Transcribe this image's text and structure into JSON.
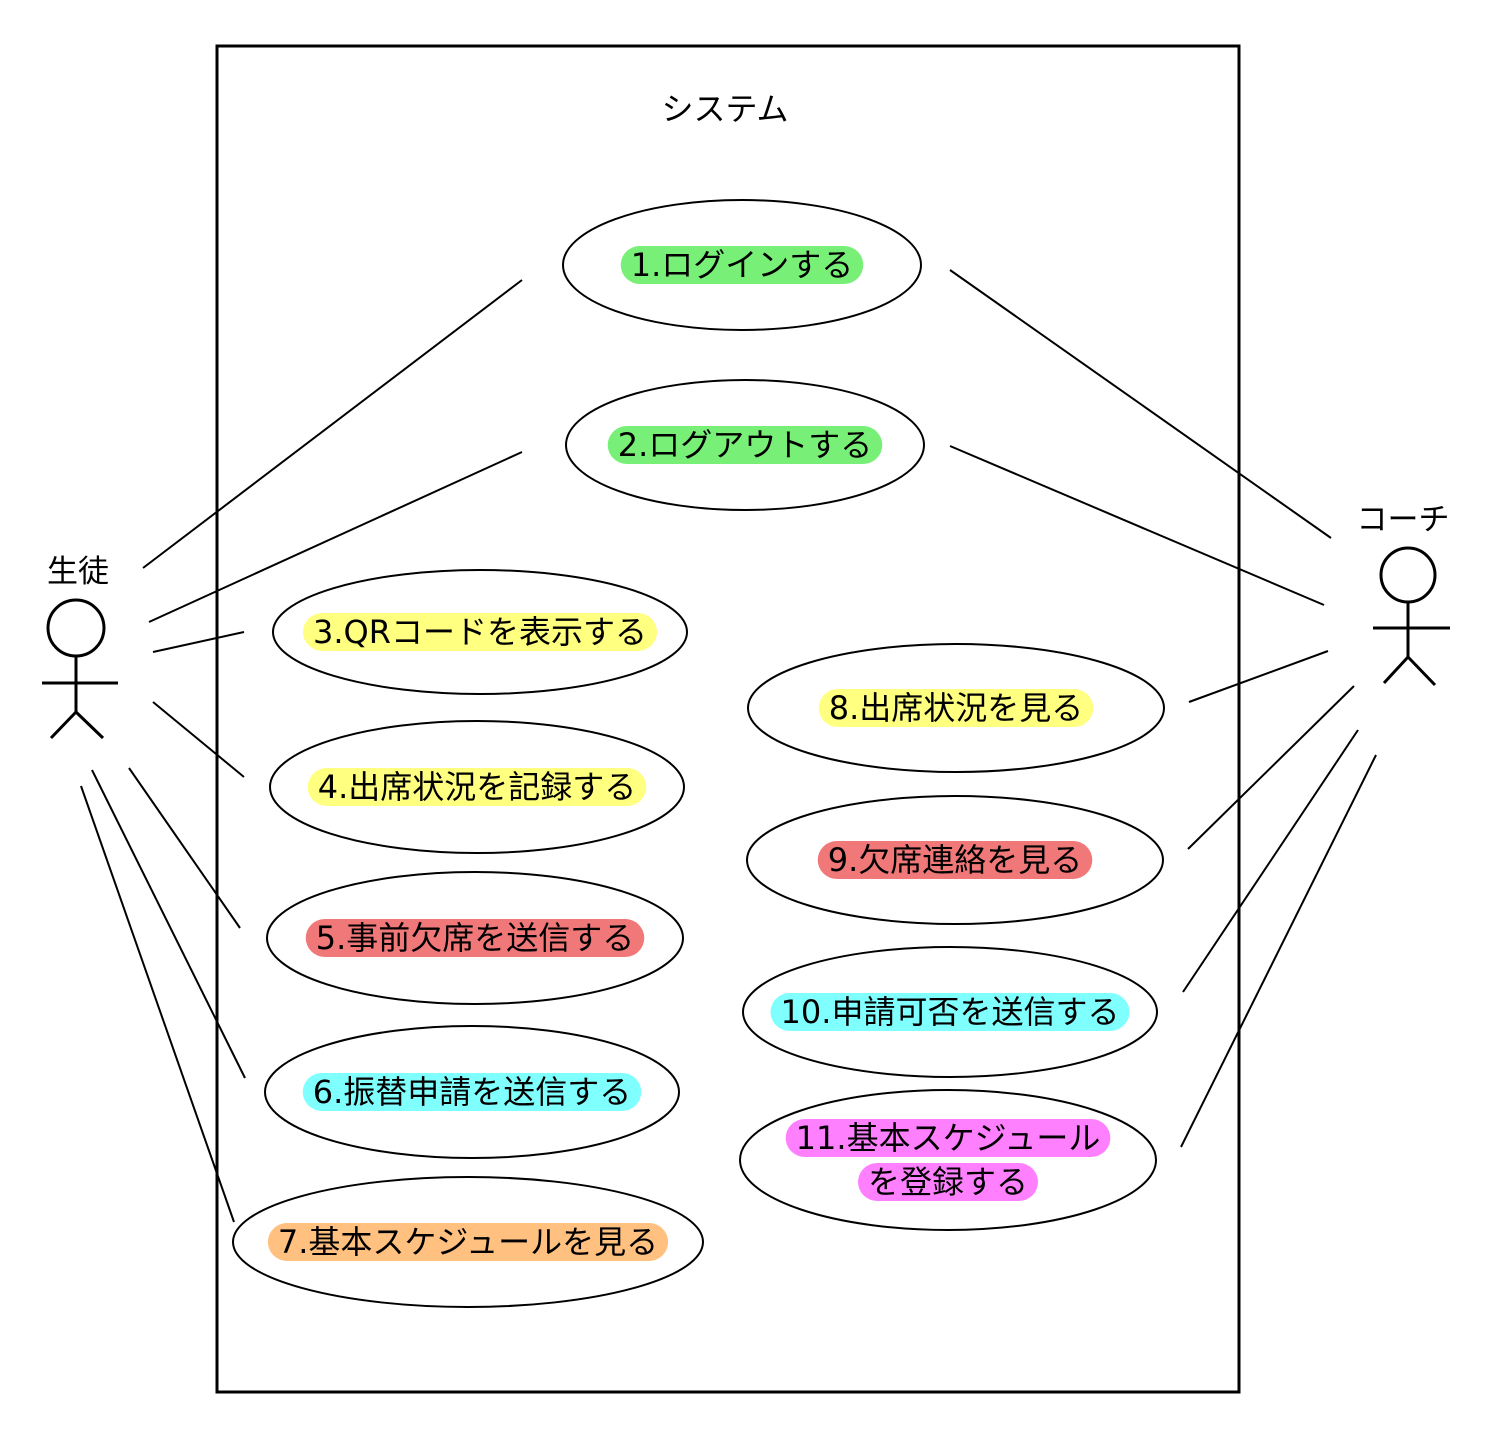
{
  "system": {
    "title": "システム"
  },
  "actors": {
    "student": {
      "label": "生徒"
    },
    "coach": {
      "label": "コーチ"
    }
  },
  "colors": {
    "green": "#78f078",
    "yellow": "#ffff80",
    "red": "#f07878",
    "cyan": "#80ffff",
    "orange": "#ffc080",
    "magenta": "#ff80ff"
  },
  "use_cases": [
    {
      "id": "uc1",
      "lines": [
        "1.ログインする"
      ],
      "color": "green"
    },
    {
      "id": "uc2",
      "lines": [
        "2.ログアウトする"
      ],
      "color": "green"
    },
    {
      "id": "uc3",
      "lines": [
        "3.QRコードを表示する"
      ],
      "color": "yellow"
    },
    {
      "id": "uc4",
      "lines": [
        "4.出席状況を記録する"
      ],
      "color": "yellow"
    },
    {
      "id": "uc5",
      "lines": [
        "5.事前欠席を送信する"
      ],
      "color": "red"
    },
    {
      "id": "uc6",
      "lines": [
        "6.振替申請を送信する"
      ],
      "color": "cyan"
    },
    {
      "id": "uc7",
      "lines": [
        "7.基本スケジュールを見る"
      ],
      "color": "orange"
    },
    {
      "id": "uc8",
      "lines": [
        "8.出席状況を見る"
      ],
      "color": "yellow"
    },
    {
      "id": "uc9",
      "lines": [
        "9.欠席連絡を見る"
      ],
      "color": "red"
    },
    {
      "id": "uc10",
      "lines": [
        "10.申請可否を送信する"
      ],
      "color": "cyan"
    },
    {
      "id": "uc11",
      "lines": [
        "11.基本スケジュール",
        "を登録する"
      ],
      "color": "magenta"
    }
  ],
  "associations": [
    {
      "actor": "student",
      "use_case": "uc1"
    },
    {
      "actor": "student",
      "use_case": "uc2"
    },
    {
      "actor": "student",
      "use_case": "uc3"
    },
    {
      "actor": "student",
      "use_case": "uc4"
    },
    {
      "actor": "student",
      "use_case": "uc5"
    },
    {
      "actor": "student",
      "use_case": "uc6"
    },
    {
      "actor": "student",
      "use_case": "uc7"
    },
    {
      "actor": "coach",
      "use_case": "uc1"
    },
    {
      "actor": "coach",
      "use_case": "uc2"
    },
    {
      "actor": "coach",
      "use_case": "uc8"
    },
    {
      "actor": "coach",
      "use_case": "uc9"
    },
    {
      "actor": "coach",
      "use_case": "uc10"
    },
    {
      "actor": "coach",
      "use_case": "uc11"
    }
  ]
}
